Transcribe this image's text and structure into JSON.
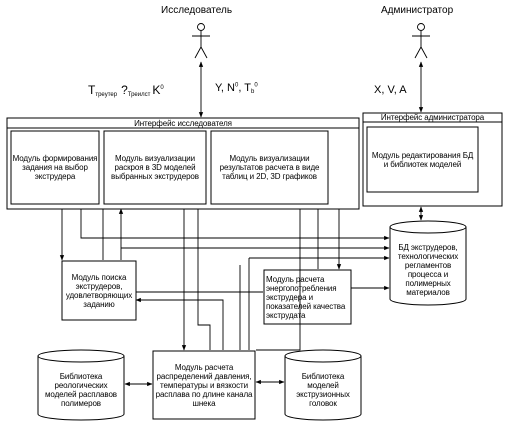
{
  "actors": {
    "researcher": "Исследователь",
    "admin": "Администратор"
  },
  "io": {
    "researcher_inputs": {
      "t": "T",
      "t_sub": "треутер",
      "q": "?",
      "q_sub": "Треилст",
      "k": "K",
      "k_sup": "0"
    },
    "researcher_outputs": {
      "y": "Y, N",
      "n_sup": "0",
      "t": ", T",
      "t_sub": "b",
      "t_sup": "0"
    },
    "admin_inputs": "X, V, A"
  },
  "researcher_interface": {
    "title": "Интерфейс исследователя",
    "modules": [
      "Модуль формирования задания на выбор экструдера",
      "Модуль визуализации раскроя в 3D моделей выбранных экструдеров",
      "Модуль визуализации результатов расчета в виде таблиц и 2D, 3D графиков"
    ]
  },
  "admin_interface": {
    "title": "Интерфейс администратора",
    "module": "Модуль редактирования БД и библиотек моделей"
  },
  "modules": {
    "search": "Модуль поиска экструдеров, удовлетворяющих заданию",
    "energy": "Модуль расчета энергопотребления экструдера и показателей качества экструдата",
    "melt": "Модуль расчета распределений давления, температуры и вязкости расплава по длине канала шнека"
  },
  "databases": {
    "bd": "БД экструдеров, технологических регламентов процесса и полимерных материалов",
    "rheo": "Библиотека реологических моделей расплавов полимеров",
    "heads": "Библиотека моделей экструзионных головок"
  }
}
